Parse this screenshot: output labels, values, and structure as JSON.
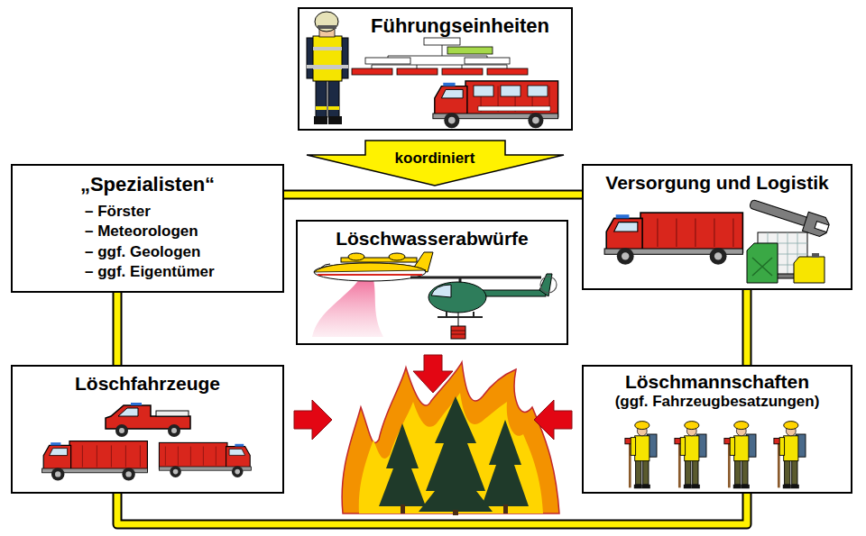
{
  "diagram": {
    "nodes": [
      {
        "text": [
          "Führungseinheiten"
        ]
      },
      {
        "text": [
          "„Spezialisten“",
          "– Förster",
          "– Meteorologen",
          "– ggf. Geologen",
          "– ggf. Eigentümer"
        ]
      },
      {
        "text": [
          "Versorgung und Logistik"
        ]
      },
      {
        "text": [
          "Löschwasserabwürfe"
        ]
      },
      {
        "text": [
          "Löschfahrzeuge"
        ]
      },
      {
        "text": [
          "Löschmannschaften",
          "(ggf. Fahrzeugbesatzungen)"
        ]
      }
    ],
    "edges": [
      {
        "from": 1,
        "to": 2,
        "arrow": "none"
      },
      {
        "from": 1,
        "to": 4,
        "arrow": "none"
      },
      {
        "from": 2,
        "to": 5,
        "arrow": "none"
      },
      {
        "from": 4,
        "to": 5,
        "arrow": "none"
      }
    ],
    "labels": [
      "koordiniert"
    ]
  }
}
